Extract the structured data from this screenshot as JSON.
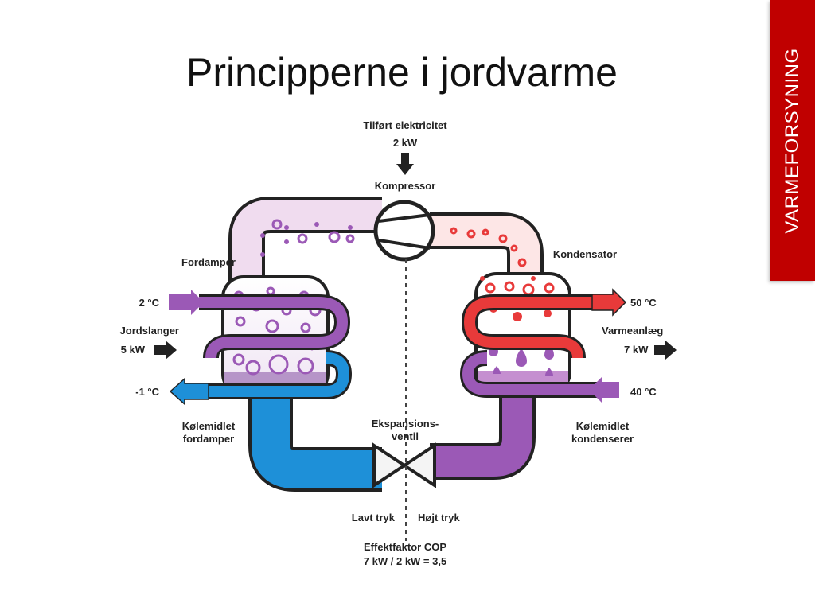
{
  "slide": {
    "title": "Principperne i jordvarme",
    "side_tab": "VARMEFORSYNING",
    "colors": {
      "side_tab": "#c00000",
      "cold": "#1e90d8",
      "warm": "#e83a3a",
      "mid": "#9b59b6",
      "vapor": "#e9d4ec"
    }
  },
  "diagram": {
    "input_title": "Tilført elektricitet",
    "input_power": "2 kW",
    "compressor": "Kompressor",
    "evaporator": "Fordamper",
    "condenser": "Kondensator",
    "ground_in_temp": "2 °C",
    "ground_loop": "Jordslanger",
    "ground_power": "5 kW",
    "ground_out_temp": "-1 °C",
    "heat_out_temp": "50 °C",
    "heating_system": "Varmeanlæg",
    "heating_power": "7 kW",
    "heat_return_temp": "40 °C",
    "refrigerant_evap_1": "Kølemidlet",
    "refrigerant_evap_2": "fordamper",
    "expansion_1": "Ekspansions-",
    "expansion_2": "ventil",
    "refrigerant_cond_1": "Kølemidlet",
    "refrigerant_cond_2": "kondenserer",
    "low_pressure": "Lavt tryk",
    "high_pressure": "Højt tryk",
    "cop_title": "Effektfaktor COP",
    "cop_formula": "7 kW / 2 kW = 3,5"
  }
}
